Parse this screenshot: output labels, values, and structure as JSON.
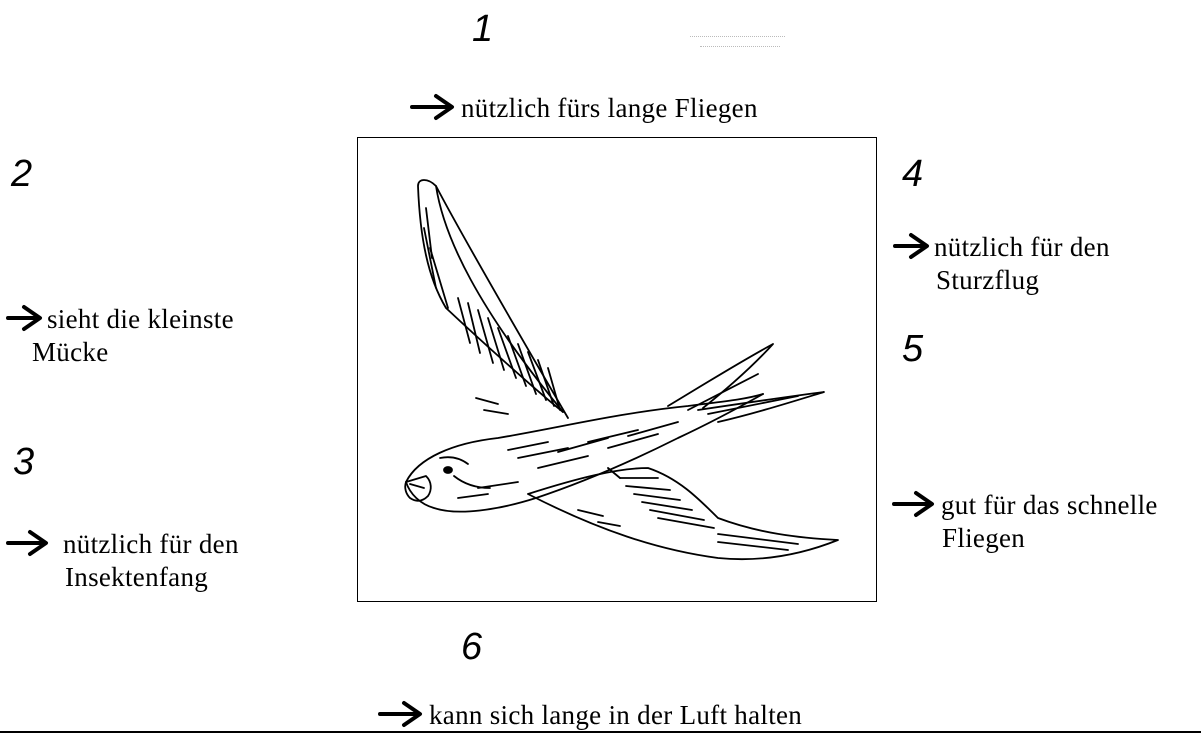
{
  "labels": {
    "n1": "1",
    "n2": "2",
    "n3": "3",
    "n4": "4",
    "n5": "5",
    "n6": "6"
  },
  "annotations": {
    "a1": "nützlich fürs lange Fliegen",
    "a2_line1": "sieht die kleinste",
    "a2_line2": "Mücke",
    "a3_line1": "nützlich für den",
    "a3_line2": "Insektenfang",
    "a4_line1": "nützlich für den",
    "a4_line2": "Sturzflug",
    "a5_line1": "gut für das schnelle",
    "a5_line2": "Fliegen",
    "a6": "kann sich lange in der Luft halten"
  },
  "icons": {
    "arrow": "right-arrow-icon",
    "bird": "swift-bird-illustration"
  }
}
